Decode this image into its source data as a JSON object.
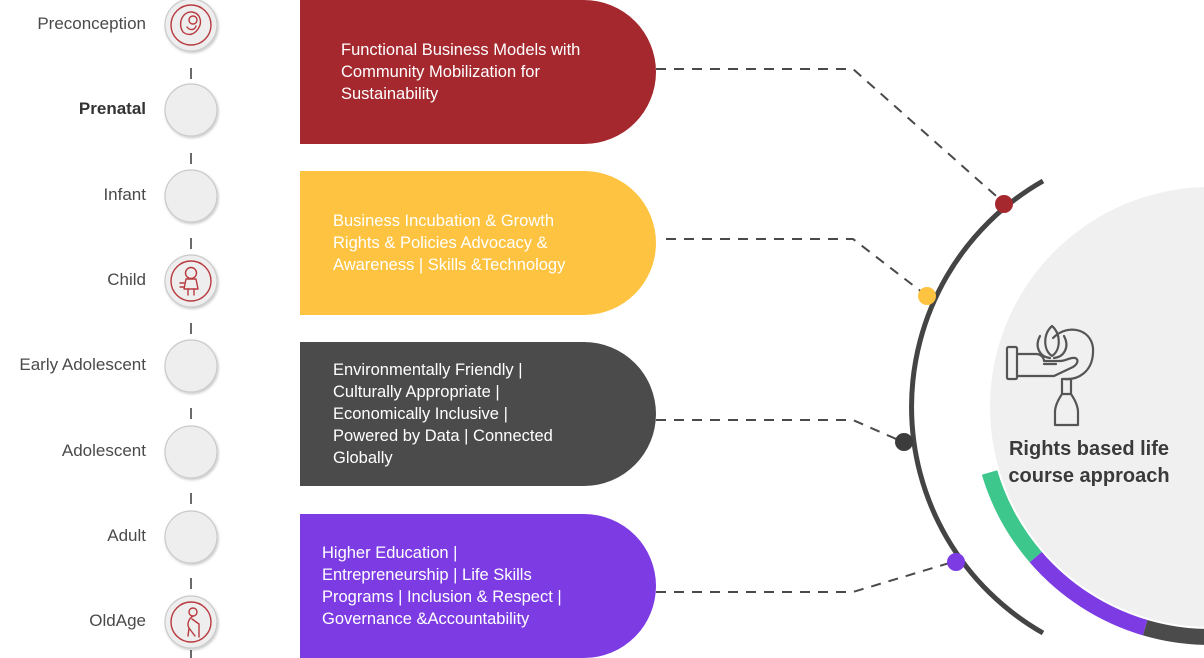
{
  "stages": [
    {
      "label": "Preconception",
      "icon": "fetus-icon",
      "emphasis": false
    },
    {
      "label": "Prenatal",
      "icon": null,
      "emphasis": true
    },
    {
      "label": "Infant",
      "icon": null,
      "emphasis": false
    },
    {
      "label": "Child",
      "icon": "child-icon",
      "emphasis": false
    },
    {
      "label": "Early Adolescent",
      "icon": null,
      "emphasis": false
    },
    {
      "label": "Adolescent",
      "icon": null,
      "emphasis": false
    },
    {
      "label": "Adult",
      "icon": null,
      "emphasis": false
    },
    {
      "label": "OldAge",
      "icon": "elderly-icon",
      "emphasis": false
    }
  ],
  "cards": [
    {
      "color": "#a4282e",
      "lines": [
        "Functional Business Models with",
        "Community Mobilization for",
        "Sustainability"
      ]
    },
    {
      "color": "#fec340",
      "lines": [
        "Business Incubation & Growth",
        "Rights & Policies Advocacy &",
        "Awareness | Skills &Technology"
      ]
    },
    {
      "color": "#4b4b4b",
      "lines": [
        "Environmentally Friendly |",
        "Culturally Appropriate |",
        "Economically Inclusive |",
        "Powered by Data | Connected",
        "Globally"
      ]
    },
    {
      "color": "#7d3be4",
      "lines": [
        "Higher Education |",
        "Entrepreneurship | Life Skills",
        "Programs | Inclusion & Respect |",
        "Governance &Accountability"
      ]
    }
  ],
  "hub": {
    "title_lines": [
      "Rights based life",
      "course approach"
    ],
    "icon": "hand-lotus-icon",
    "ring_colors": [
      "#a4282e",
      "#fec340",
      "#4b4b4b",
      "#7d3be4",
      "#3dc78c"
    ]
  },
  "colors": {
    "node_fill": "#eeeeee",
    "node_stroke": "#c9c9c9",
    "icon_red": "#b83a3f",
    "connector": "#4a4a4a",
    "hub_fill": "#f0f0f0",
    "outer_arc": "#444444"
  }
}
